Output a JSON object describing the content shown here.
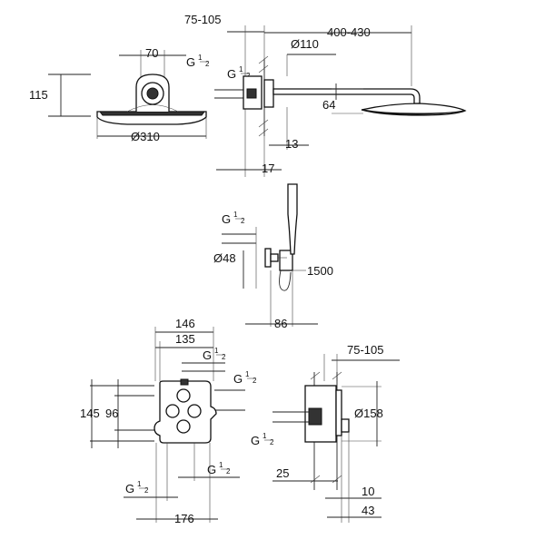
{
  "drawing": {
    "top_left": {
      "dim_70": "70",
      "dim_115": "115",
      "dim_310": "Ø310",
      "thread_prefix": "G",
      "thread_num": "1",
      "thread_den": "2"
    },
    "top_right": {
      "dim_75_105": "75-105",
      "dim_400_430": "400-430",
      "dim_110": "Ø110",
      "dim_64": "64",
      "dim_13": "13",
      "dim_17": "17",
      "thread_prefix": "G",
      "thread_num": "1",
      "thread_den": "2"
    },
    "middle": {
      "dim_48": "Ø48",
      "dim_1500": "1500",
      "dim_86": "86",
      "thread_prefix": "G",
      "thread_num": "1",
      "thread_den": "2"
    },
    "bottom_left": {
      "dim_146": "146",
      "dim_135": "135",
      "dim_145": "145",
      "dim_96": "96",
      "dim_176": "176",
      "thread_prefix": "G",
      "thread_num": "1",
      "thread_den": "2"
    },
    "bottom_right": {
      "dim_75_105": "75-105",
      "dim_158": "Ø158",
      "dim_25": "25",
      "dim_10": "10",
      "dim_43": "43",
      "thread_prefix": "G",
      "thread_num": "1",
      "thread_den": "2"
    }
  }
}
